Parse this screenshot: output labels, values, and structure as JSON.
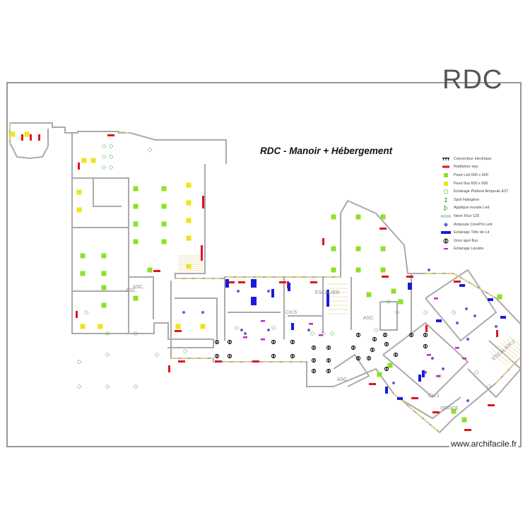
{
  "header": {
    "level": "RDC",
    "title": "RDC - Manoir + Hébergement"
  },
  "legend": [
    {
      "label": "Convecteur électrique",
      "icon": "convector-icon",
      "color": "#222222"
    },
    {
      "label": "Radiateur eau",
      "icon": "radiator-icon",
      "color": "#e0141e"
    },
    {
      "label": "Pavé Led 600 x 600",
      "icon": "led-panel-icon",
      "color": "#8fe02a"
    },
    {
      "label": "Pavé fluo 600 x 600",
      "icon": "fluo-panel-icon",
      "color": "#f2e21a"
    },
    {
      "label": "Eclairage Plafond Ampoule E27",
      "icon": "ceiling-bulb-icon",
      "color": "#2aa02a"
    },
    {
      "label": "Spot Halogène",
      "icon": "halogen-spot-icon",
      "color": "#2aa02a"
    },
    {
      "label": "Applique murale Led",
      "icon": "wall-light-icon",
      "color": "#2aa02a"
    },
    {
      "label": "Néon Fluo 120",
      "icon": "neon-tube-icon",
      "color": "#2aa02a"
    },
    {
      "label": "Ampoule CorePro Led",
      "icon": "corepro-bulb-icon",
      "color": "#6a5acd"
    },
    {
      "label": "Eclairage Tête de Lit",
      "icon": "bedhead-light-icon",
      "color": "#1a1ae0"
    },
    {
      "label": "Gros spot fluo",
      "icon": "big-spot-icon",
      "color": "#111111"
    },
    {
      "label": "Eclairage Lavabo",
      "icon": "washbasin-light-icon",
      "color": "#cc22cc"
    }
  ],
  "rooms": [
    "ASC.",
    "ASC.",
    "CH.5",
    "ESCALIER",
    "ASC.",
    "ASC.",
    "CH.1",
    "OFFICE",
    "ESCALIER 2"
  ],
  "watermark": "www.archifacile.fr"
}
